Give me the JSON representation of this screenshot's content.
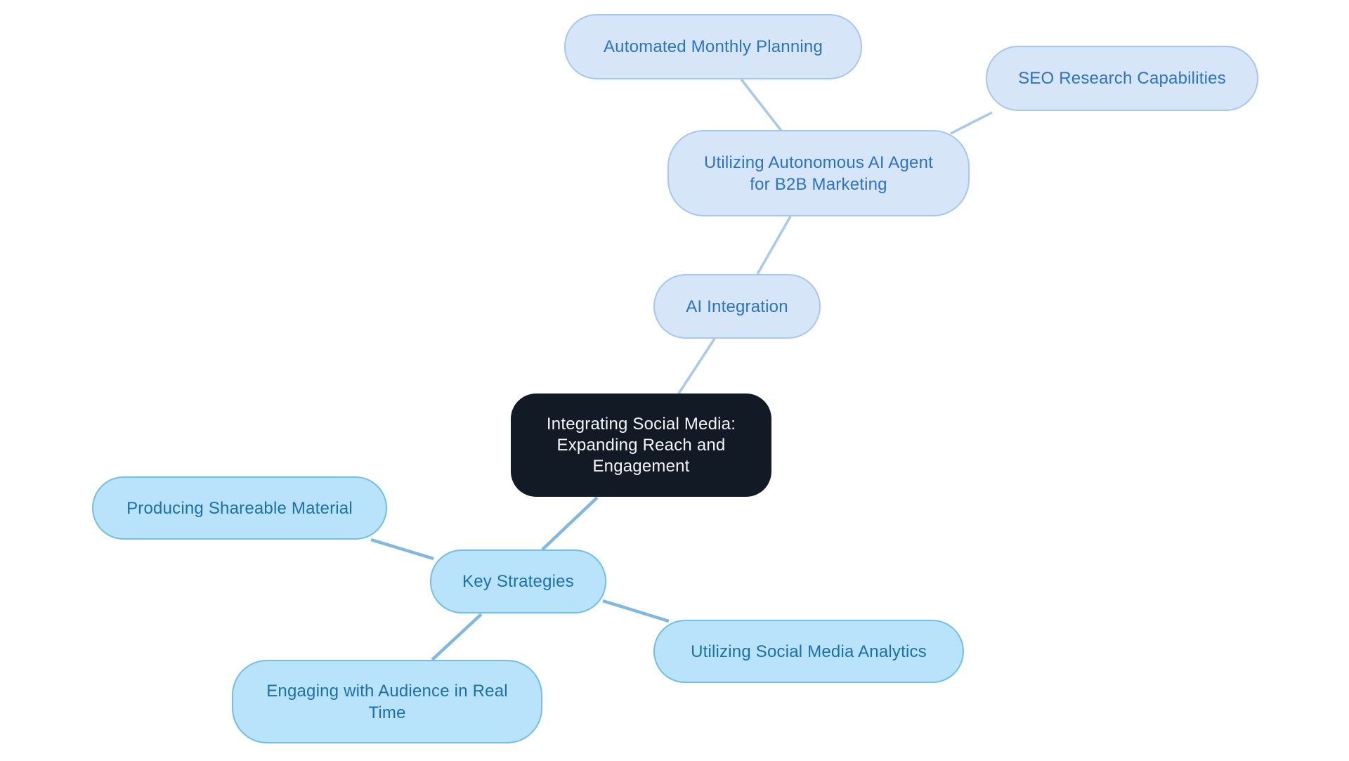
{
  "diagram": {
    "type": "mindmap",
    "title": "Integrating Social Media: Expanding Reach and Engagement"
  },
  "colors": {
    "canvas-bg": "#ffffff",
    "central-fill": "#111A25",
    "central-text": "#F3F5F7",
    "branch-a-fill": "#D6E5F8",
    "branch-a-border": "#A6C7F0",
    "branch-a-text": "#2C72C7",
    "branch-a-edge": "#A9C9EC",
    "branch-b-fill": "#B9E3FB",
    "branch-b-border": "#73BFE9",
    "branch-b-text": "#1C6FAE",
    "branch-b-edge": "#7FB9E3"
  },
  "nodes": [
    {
      "id": "central",
      "label": "Integrating Social Media: Expanding Reach and Engagement",
      "branch": "root"
    },
    {
      "id": "ai-integration",
      "label": "AI Integration",
      "branch": "a"
    },
    {
      "id": "b2b-agent",
      "label": "Utilizing Autonomous AI Agent for B2B Marketing",
      "branch": "a"
    },
    {
      "id": "automated-monthly-planning",
      "label": "Automated Monthly Planning",
      "branch": "a"
    },
    {
      "id": "seo-research",
      "label": "SEO Research Capabilities",
      "branch": "a"
    },
    {
      "id": "key-strategies",
      "label": "Key Strategies",
      "branch": "b"
    },
    {
      "id": "producing-shareable-material",
      "label": "Producing Shareable Material",
      "branch": "b"
    },
    {
      "id": "engaging-audience",
      "label": "Engaging with Audience in Real Time",
      "branch": "b"
    },
    {
      "id": "social-media-analytics",
      "label": "Utilizing Social Media Analytics",
      "branch": "b"
    }
  ],
  "edges": [
    {
      "from": "automated-monthly-planning",
      "to": "b2b-agent"
    },
    {
      "from": "seo-research",
      "to": "b2b-agent"
    },
    {
      "from": "b2b-agent",
      "to": "ai-integration"
    },
    {
      "from": "ai-integration",
      "to": "central"
    },
    {
      "from": "central",
      "to": "key-strategies"
    },
    {
      "from": "producing-shareable-material",
      "to": "key-strategies"
    },
    {
      "from": "key-strategies",
      "to": "engaging-audience"
    },
    {
      "from": "key-strategies",
      "to": "social-media-analytics"
    }
  ]
}
